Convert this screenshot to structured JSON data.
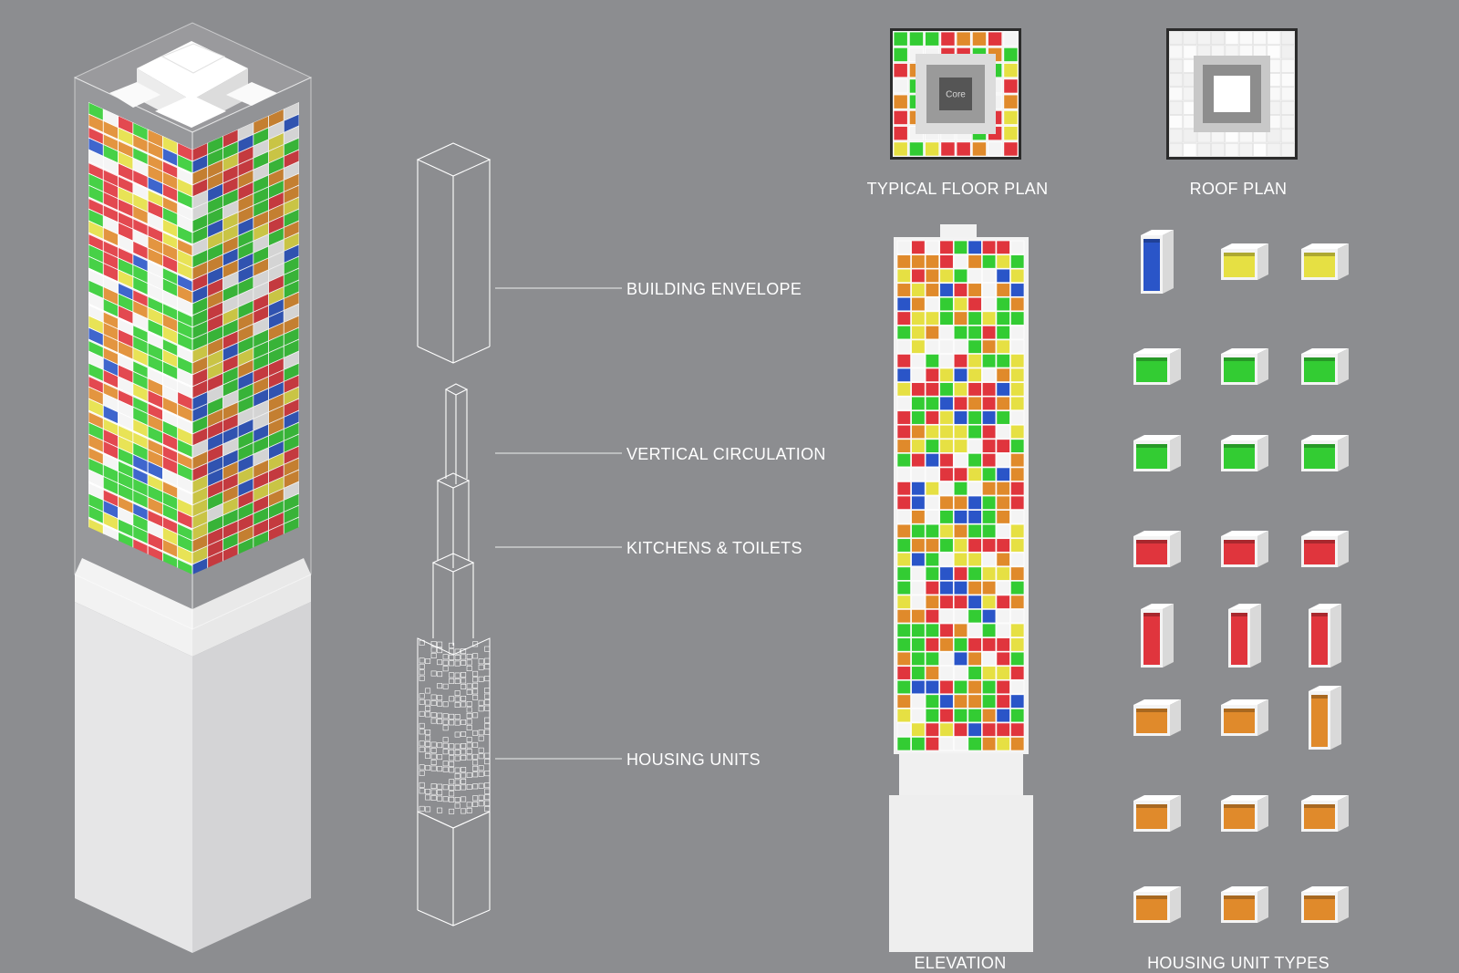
{
  "palette": {
    "background": "#8c8d90",
    "green": "#33cc33",
    "red": "#e0353d",
    "yellow": "#e6e043",
    "orange": "#e08a2b",
    "blue": "#2a55c8",
    "white": "#f4f4f4",
    "line": "#ffffff"
  },
  "axonometric": {
    "layers": [
      {
        "id": "envelope",
        "label": "BUILDING ENVELOPE"
      },
      {
        "id": "circulation",
        "label": "VERTICAL CIRCULATION"
      },
      {
        "id": "kitchens",
        "label": "KITCHENS & TOILETS"
      },
      {
        "id": "housing",
        "label": "HOUSING UNITS"
      }
    ]
  },
  "plans": {
    "typical_floor_plan": "TYPICAL FLOOR PLAN",
    "core_label": "Core",
    "roof_plan": "ROOF PLAN"
  },
  "elevation": {
    "label": "ELEVATION"
  },
  "unit_types": {
    "label": "HOUSING UNIT TYPES",
    "rows": [
      [
        "blue",
        "yellow",
        "yellow"
      ],
      [
        "green",
        "green",
        "green"
      ],
      [
        "green",
        "green",
        "green"
      ],
      [
        "red",
        "red",
        "red"
      ],
      [
        "red",
        "red",
        "red"
      ],
      [
        "orange",
        "orange",
        "orange"
      ],
      [
        "orange",
        "orange",
        "orange"
      ],
      [
        "orange",
        "orange",
        "orange"
      ]
    ]
  }
}
